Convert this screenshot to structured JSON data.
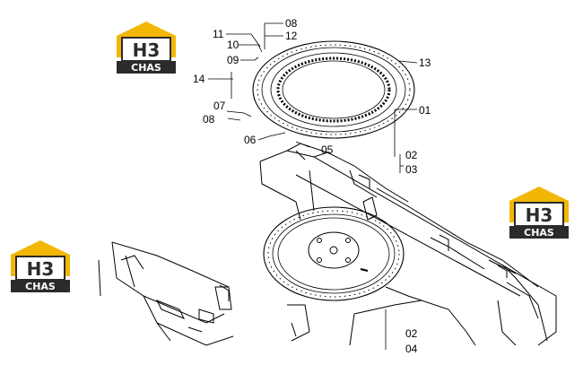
{
  "callouts": {
    "c08a": "08",
    "c11": "11",
    "c12": "12",
    "c10": "10",
    "c09": "09",
    "c13": "13",
    "c14": "14",
    "c01": "01",
    "c07": "07",
    "c08b": "08",
    "c06": "06",
    "c05": "05",
    "c02a": "02",
    "c03": "03",
    "c02b": "02",
    "c04": "04"
  },
  "logo": {
    "mark": "H3",
    "brand": "CHAS",
    "accent": "#f2b705",
    "dark": "#2b2b2b"
  }
}
